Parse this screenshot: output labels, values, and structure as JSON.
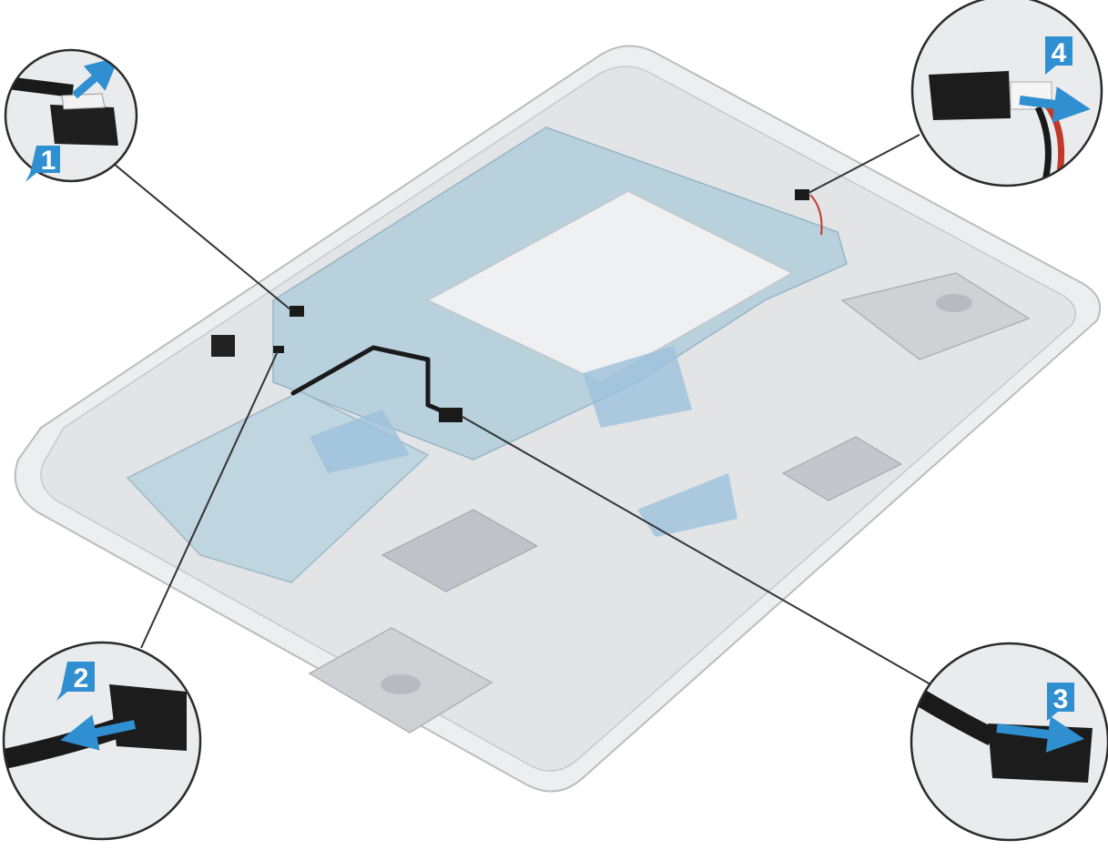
{
  "steps": [
    {
      "number": "1",
      "action": "lift-latch-disconnect-cable"
    },
    {
      "number": "2",
      "action": "disconnect-cable"
    },
    {
      "number": "3",
      "action": "disconnect-cable"
    },
    {
      "number": "4",
      "action": "disconnect-cable"
    }
  ],
  "colors": {
    "badge": "#2f8fd0",
    "badge_dark": "#1c6aa6",
    "arrow": "#2f8fd0",
    "leader": "#333333",
    "chassis": "#e4e6e8",
    "board": "#a9c7d6",
    "cable": "#1a1a1a"
  }
}
